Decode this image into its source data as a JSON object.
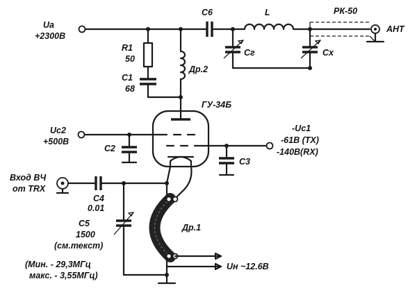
{
  "labels": {
    "ua_name": "Ua",
    "ua_value": "+2300В",
    "c6": "C6",
    "l": "L",
    "coax": "РК-50",
    "ant": "АНТ",
    "r1_name": "R1",
    "r1_value": "50",
    "c1_name": "C1",
    "c1_value": "68",
    "cg": "Cг",
    "cx": "Cx",
    "dr2": "Др.2",
    "tube": "ГУ-34Б",
    "uc2_name": "Uc2",
    "uc2_value": "+500В",
    "uc1_name": "-Uc1",
    "uc1_tx": "-61В (TX)",
    "uc1_rx": "-140В(RX)",
    "c2": "C2",
    "c3": "C3",
    "rf_in_1": "Вход ВЧ",
    "rf_in_2": "от TRX",
    "c4_name": "C4",
    "c4_value": "0.01",
    "c5_name": "C5",
    "c5_value": "1500",
    "c5_note": "(см.текст)",
    "dr1": "Др.1",
    "range_min": "(Мин. - 29,3МГц",
    "range_max": "макс. - 3,55МГц)",
    "uh": "Uн ~12.6В"
  }
}
